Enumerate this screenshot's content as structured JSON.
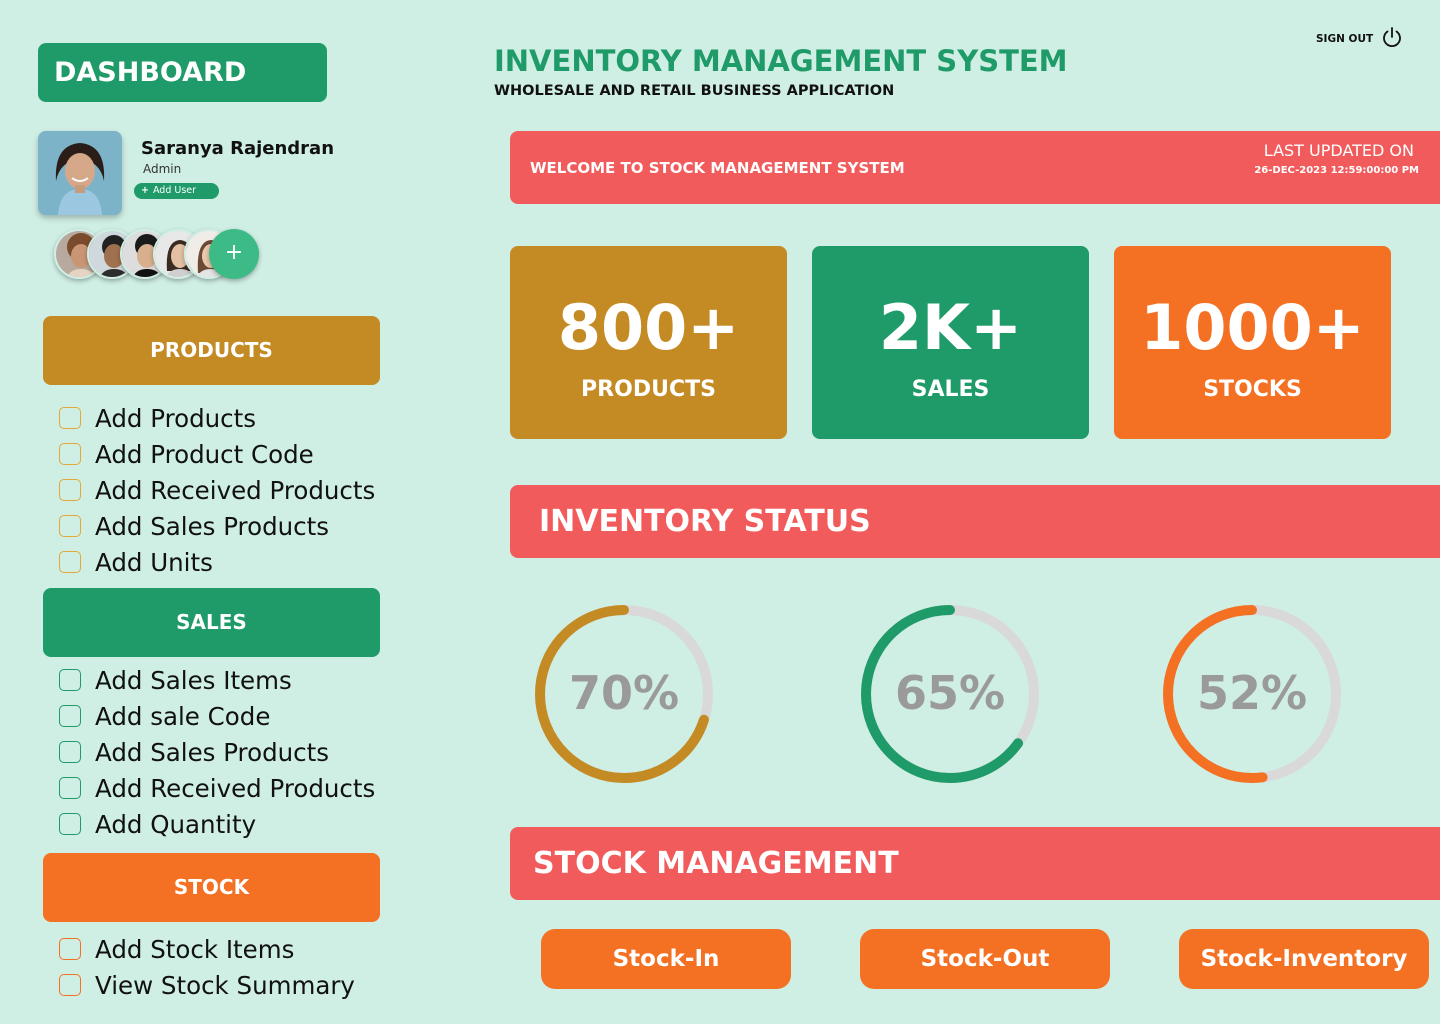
{
  "sidebar": {
    "title": "DASHBOARD",
    "profile": {
      "name": "Saranya Rajendran",
      "role": "Admin",
      "add_user_label": "Add User",
      "add_user_icon": "plus-icon"
    },
    "team_add_label": "+",
    "sections": [
      {
        "label": "PRODUCTS",
        "color": "#c48b25",
        "items": [
          "Add Products",
          "Add Product Code",
          "Add Received Products",
          "Add Sales Products",
          "Add Units"
        ]
      },
      {
        "label": "SALES",
        "color": "#1e9b68",
        "items": [
          "Add Sales Items",
          "Add sale Code",
          "Add Sales Products",
          "Add Received Products",
          "Add Quantity"
        ]
      },
      {
        "label": "STOCK",
        "color": "#f47123",
        "items": [
          "Add Stock Items",
          "View Stock Summary"
        ]
      }
    ]
  },
  "header": {
    "title": "INVENTORY MANAGEMENT SYSTEM",
    "subtitle": "WHOLESALE AND RETAIL BUSINESS APPLICATION",
    "signout_label": "SIGN OUT",
    "signout_icon": "power-icon"
  },
  "welcome": {
    "text": "WELCOME TO  STOCK MANAGEMENT SYSTEM",
    "updated_label": "LAST UPDATED ON",
    "updated_value": "26-DEC-2023 12:59:00:00 PM"
  },
  "stats": [
    {
      "value": "800+",
      "label": "PRODUCTS",
      "color": "#c48b25"
    },
    {
      "value": "2K+",
      "label": "SALES",
      "color": "#1e9b68"
    },
    {
      "value": "1000+",
      "label": "STOCKS",
      "color": "#f47123"
    }
  ],
  "inventory_status": {
    "title": "INVENTORY STATUS",
    "gauges": [
      {
        "label": "70%",
        "percent": 70,
        "color": "#c48b25"
      },
      {
        "label": "65%",
        "percent": 65,
        "color": "#1e9b68"
      },
      {
        "label": "52%",
        "percent": 52,
        "color": "#f47123"
      }
    ]
  },
  "stock_management": {
    "title": "STOCK MANAGEMENT",
    "buttons": [
      "Stock-In",
      "Stock-Out",
      "Stock-Inventory"
    ]
  },
  "colors": {
    "background": "#cfeee4",
    "accent_red": "#f25b5c",
    "gauge_track": "#d9d9d9"
  }
}
